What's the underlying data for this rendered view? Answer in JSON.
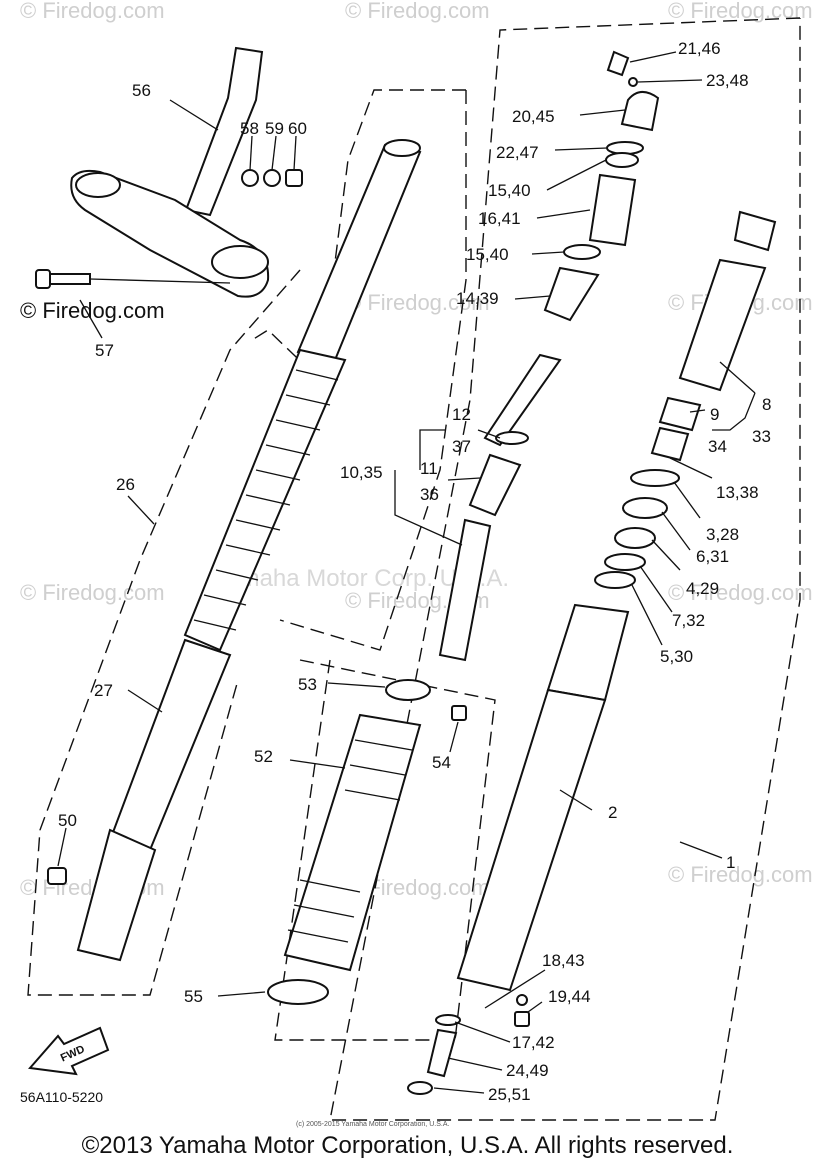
{
  "watermark": {
    "text": "© Firedog.com",
    "center_text": "Yamaha Motor Corp. U.S.A."
  },
  "diagram_code": "56A110-5220",
  "fwd_badge": "FWD",
  "small_notice": "(c) 2005-2015 Yamaha Motor Corporation, U.S.A.",
  "copyright": "©2013 Yamaha Motor Corporation, U.S.A. All rights reserved.",
  "callouts": [
    {
      "id": "p56",
      "text": "56"
    },
    {
      "id": "p58",
      "text": "58"
    },
    {
      "id": "p59",
      "text": "59"
    },
    {
      "id": "p60",
      "text": "60"
    },
    {
      "id": "p57",
      "text": "57"
    },
    {
      "id": "p26",
      "text": "26"
    },
    {
      "id": "p27",
      "text": "27"
    },
    {
      "id": "p50",
      "text": "50"
    },
    {
      "id": "p53",
      "text": "53"
    },
    {
      "id": "p52",
      "text": "52"
    },
    {
      "id": "p54",
      "text": "54"
    },
    {
      "id": "p55",
      "text": "55"
    },
    {
      "id": "p21_46",
      "text": "21,46"
    },
    {
      "id": "p23_48",
      "text": "23,48"
    },
    {
      "id": "p20_45",
      "text": "20,45"
    },
    {
      "id": "p22_47",
      "text": "22,47"
    },
    {
      "id": "p15_40a",
      "text": "15,40"
    },
    {
      "id": "p16_41",
      "text": "16,41"
    },
    {
      "id": "p15_40b",
      "text": "15,40"
    },
    {
      "id": "p14_39",
      "text": "14,39"
    },
    {
      "id": "p12",
      "text": "12"
    },
    {
      "id": "p37",
      "text": "37"
    },
    {
      "id": "p10_35",
      "text": "10,35"
    },
    {
      "id": "p11",
      "text": "11"
    },
    {
      "id": "p36",
      "text": "36"
    },
    {
      "id": "p8",
      "text": "8"
    },
    {
      "id": "p33",
      "text": "33"
    },
    {
      "id": "p9",
      "text": "9"
    },
    {
      "id": "p34",
      "text": "34"
    },
    {
      "id": "p13_38",
      "text": "13,38"
    },
    {
      "id": "p3_28",
      "text": "3,28"
    },
    {
      "id": "p6_31",
      "text": "6,31"
    },
    {
      "id": "p4_29",
      "text": "4,29"
    },
    {
      "id": "p7_32",
      "text": "7,32"
    },
    {
      "id": "p5_30",
      "text": "5,30"
    },
    {
      "id": "p2",
      "text": "2"
    },
    {
      "id": "p1",
      "text": "1"
    },
    {
      "id": "p18_43",
      "text": "18,43"
    },
    {
      "id": "p19_44",
      "text": "19,44"
    },
    {
      "id": "p17_42",
      "text": "17,42"
    },
    {
      "id": "p24_49",
      "text": "24,49"
    },
    {
      "id": "p25_51",
      "text": "25,51"
    }
  ]
}
